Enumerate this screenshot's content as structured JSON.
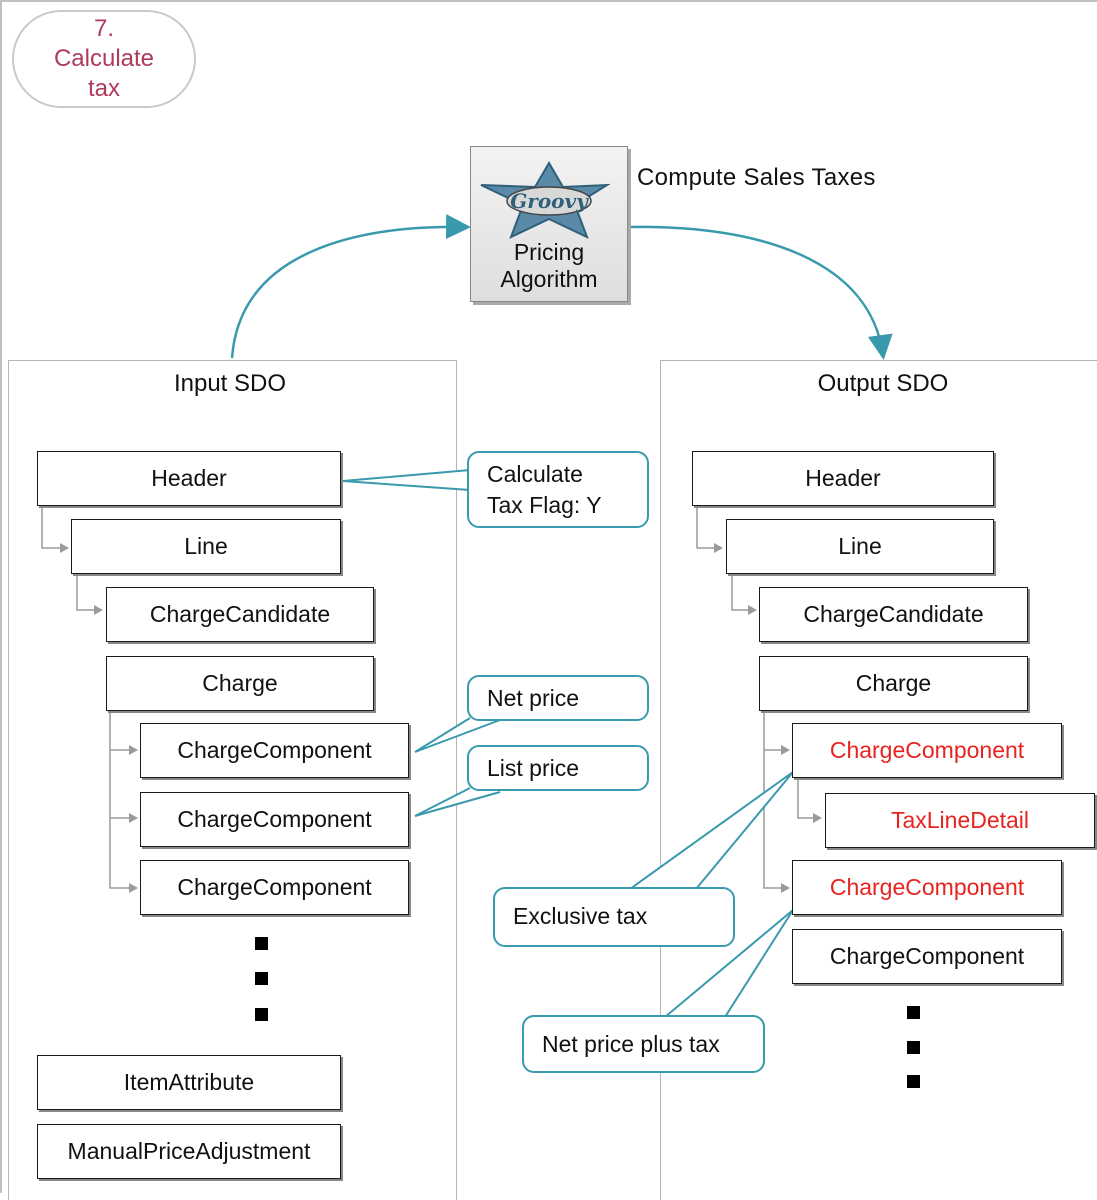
{
  "step": {
    "number": "7.",
    "line1": "Calculate",
    "line2": "tax"
  },
  "algorithm": {
    "logo_text": "Groovy",
    "label_line1": "Pricing",
    "label_line2": "Algorithm",
    "title": "Compute Sales Taxes"
  },
  "input_sdo": {
    "title": "Input SDO",
    "header": "Header",
    "line": "Line",
    "charge_candidate": "ChargeCandidate",
    "charge": "Charge",
    "components": [
      "ChargeComponent",
      "ChargeComponent",
      "ChargeComponent"
    ],
    "item_attribute": "ItemAttribute",
    "manual_price_adjustment": "ManualPriceAdjustment"
  },
  "output_sdo": {
    "title": "Output SDO",
    "header": "Header",
    "line": "Line",
    "charge_candidate": "ChargeCandidate",
    "charge": "Charge",
    "component1": "ChargeComponent",
    "tax_line_detail": "TaxLineDetail",
    "component2": "ChargeComponent",
    "component3": "ChargeComponent"
  },
  "callouts": {
    "tax_flag_line1": "Calculate",
    "tax_flag_line2": "Tax Flag: Y",
    "net_price": "Net price",
    "list_price": "List price",
    "exclusive_tax": "Exclusive tax",
    "net_price_plus_tax": "Net price plus tax"
  },
  "colors": {
    "accent_teal": "#3a9aad",
    "highlight_red": "#e8231f",
    "step_text": "#b03a5b",
    "logo_blue": "#5a8aa8"
  },
  "icons": [
    "groovy-star-icon",
    "ellipsis-dots-icon"
  ]
}
